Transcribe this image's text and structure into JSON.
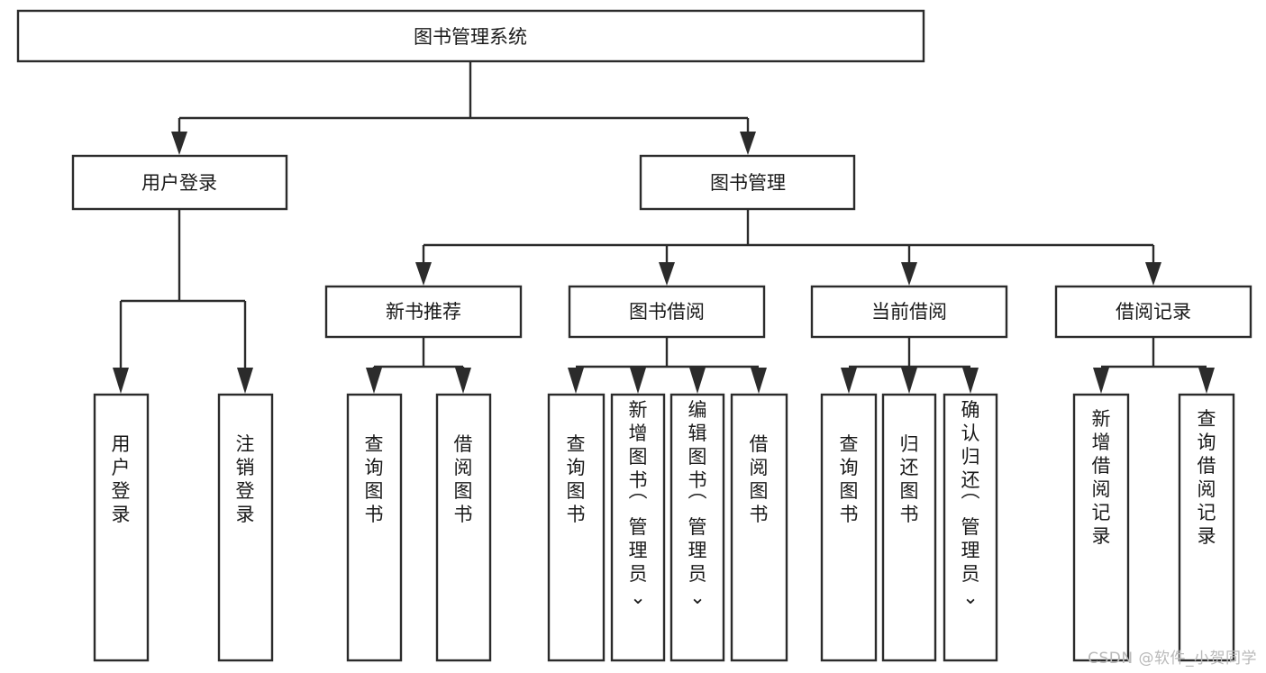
{
  "diagram": {
    "title": "图书管理系统",
    "root": {
      "id": "root",
      "label": "图书管理系统",
      "orientation": "horizontal"
    },
    "level2": [
      {
        "id": "user-login",
        "label": "用户登录",
        "orientation": "horizontal"
      },
      {
        "id": "book-manage",
        "label": "图书管理",
        "orientation": "horizontal"
      }
    ],
    "level3": [
      {
        "id": "new-book-recommend",
        "label": "新书推荐",
        "parent": "book-manage",
        "orientation": "horizontal"
      },
      {
        "id": "book-borrow",
        "label": "图书借阅",
        "parent": "book-manage",
        "orientation": "horizontal"
      },
      {
        "id": "current-borrow",
        "label": "当前借阅",
        "parent": "book-manage",
        "orientation": "horizontal"
      },
      {
        "id": "borrow-record",
        "label": "借阅记录",
        "parent": "book-manage",
        "orientation": "horizontal"
      }
    ],
    "leaves": [
      {
        "id": "leaf-user-login",
        "label": "用户登录",
        "parent": "user-login",
        "orientation": "vertical"
      },
      {
        "id": "leaf-user-logout",
        "label": "注销登录",
        "parent": "user-login",
        "orientation": "vertical"
      },
      {
        "id": "leaf-query-book-1",
        "label": "查询图书",
        "parent": "new-book-recommend",
        "orientation": "vertical"
      },
      {
        "id": "leaf-borrow-book-1",
        "label": "借阅图书",
        "parent": "new-book-recommend",
        "orientation": "vertical"
      },
      {
        "id": "leaf-query-book-2",
        "label": "查询图书",
        "parent": "book-borrow",
        "orientation": "vertical"
      },
      {
        "id": "leaf-add-book",
        "label": "新增图书（管理员）",
        "parent": "book-borrow",
        "orientation": "vertical"
      },
      {
        "id": "leaf-edit-book",
        "label": "编辑图书（管理员）",
        "parent": "book-borrow",
        "orientation": "vertical"
      },
      {
        "id": "leaf-borrow-book-2",
        "label": "借阅图书",
        "parent": "book-borrow",
        "orientation": "vertical"
      },
      {
        "id": "leaf-query-book-3",
        "label": "查询图书",
        "parent": "current-borrow",
        "orientation": "vertical"
      },
      {
        "id": "leaf-return-book",
        "label": "归还图书",
        "parent": "current-borrow",
        "orientation": "vertical"
      },
      {
        "id": "leaf-confirm-return",
        "label": "确认归还（管理员）",
        "parent": "current-borrow",
        "orientation": "vertical"
      },
      {
        "id": "leaf-add-record",
        "label": "新增借阅记录",
        "parent": "borrow-record",
        "orientation": "vertical"
      },
      {
        "id": "leaf-query-record",
        "label": "查询借阅记录",
        "parent": "borrow-record",
        "orientation": "vertical"
      }
    ],
    "colors": {
      "stroke": "#2b2b2b",
      "fill": "#ffffff",
      "text": "#1a1a1a",
      "watermark": "#b9b9b9"
    }
  },
  "watermark": {
    "text": "CSDN @软件_小贺同学"
  }
}
